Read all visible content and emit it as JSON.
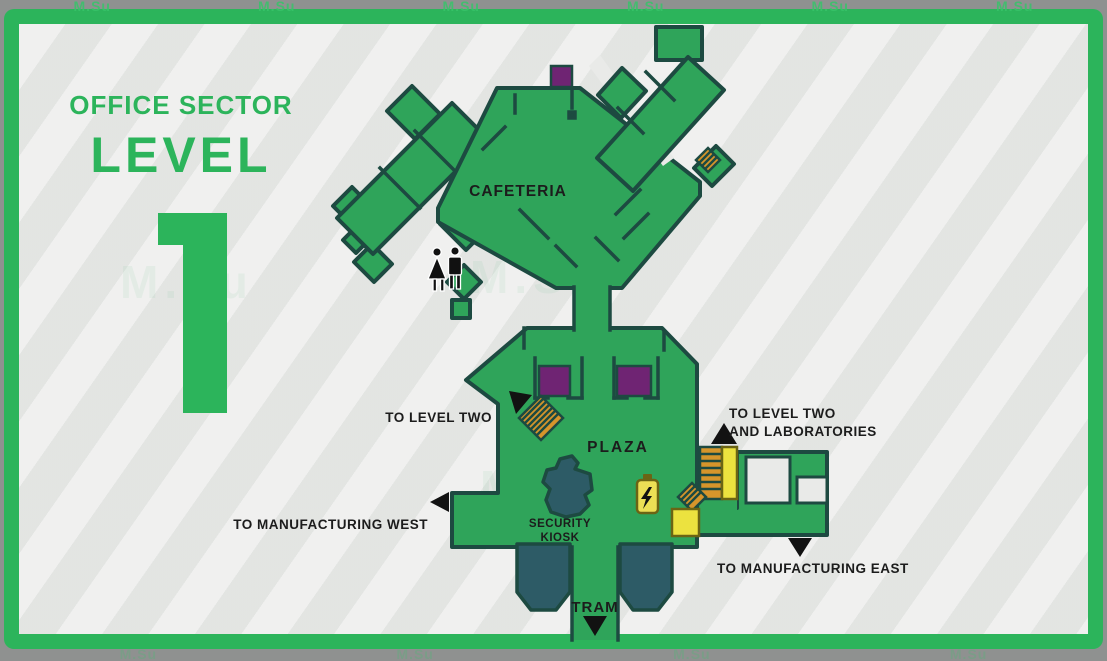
{
  "title": {
    "sector": "OFFICE SECTOR",
    "level_label": "LEVEL",
    "level_number": "1"
  },
  "watermark": {
    "text": "M.Su"
  },
  "map": {
    "room_labels": {
      "cafeteria": "CAFETERIA",
      "plaza": "PLAZA",
      "security_line1": "SECURITY",
      "security_line2": "KIOSK",
      "tram": "TRAM"
    },
    "direction_labels": {
      "to_level_two": "TO LEVEL TWO",
      "to_level_two_labs_1": "TO LEVEL TWO",
      "to_level_two_labs_2": "AND LABORATORIES",
      "to_manufacturing_west": "TO MANUFACTURING WEST",
      "to_manufacturing_east": "TO MANUFACTURING EAST"
    },
    "icons": {
      "womens_restroom": "womens-restroom-icon",
      "mens_restroom": "mens-restroom-icon",
      "battery_charger": "battery-charger-icon",
      "stairs_plaza": "stairs-icon",
      "stairs_east_shaft": "stairs-icon",
      "stairs_southeast": "stairs-icon",
      "stairs_wing": "stairs-icon",
      "elevator_top": "elevator-marker",
      "elevator_plaza_left": "elevator-marker",
      "elevator_plaza_right": "elevator-marker"
    },
    "colors": {
      "frame_green": "#2cb45b",
      "map_green": "#2fa45a",
      "outline_dark": "#1d4a41",
      "elevator_purple": "#6f2473",
      "kiosk_teal": "#2d5b66",
      "stairs_orange": "#d6952b",
      "highlight_yellow": "#ece23f",
      "background_gray": "#e9eae8",
      "outer_gray": "#8f9190",
      "label_black": "#1c1c1c"
    }
  }
}
